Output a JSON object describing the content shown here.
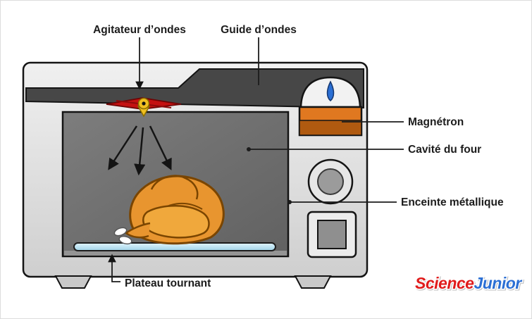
{
  "diagram": {
    "labels": {
      "agitateur": "Agitateur d’ondes",
      "guide": "Guide d’ondes",
      "magnetron": "Magnétron",
      "cavite": "Cavité du four",
      "enceinte": "Enceinte métallique",
      "plateau": "Plateau tournant"
    },
    "logo": {
      "science": "Science",
      "junior": "Junior"
    },
    "colors": {
      "body": "#e6e6e6",
      "top_dark": "#474747",
      "cavity": "#6e6e6e",
      "magnetron_box": "#d06a1c",
      "stirrer_red": "#c41111",
      "stirrer_hub_yellow": "#f0c020",
      "turntable_blue": "#bfe4f2",
      "chicken_orange": "#e8952f",
      "label_text": "#1c1c1c",
      "logo_science_red": "#e01b1b",
      "logo_junior_blue": "#2b6fd4"
    }
  }
}
